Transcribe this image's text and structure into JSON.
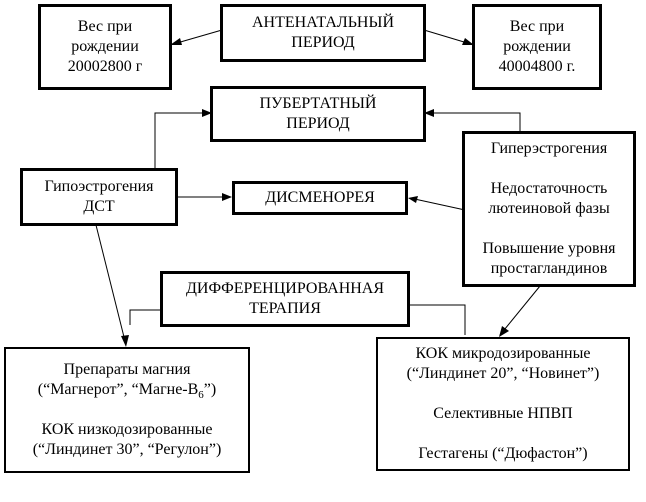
{
  "nodes": {
    "weight_low": {
      "lines": [
        "Вес при",
        "рождении",
        "20002800 г"
      ]
    },
    "antenatal": {
      "lines": [
        "АНТЕНАТАЛЬНЫЙ",
        "ПЕРИОД"
      ]
    },
    "weight_high": {
      "lines": [
        "Вес при",
        "рождении",
        "40004800 г."
      ]
    },
    "pubertal": {
      "lines": [
        "ПУБЕРТАТНЫЙ",
        "ПЕРИОД"
      ]
    },
    "hypo": {
      "lines": [
        "Гипоэстрогения",
        "ДСТ"
      ]
    },
    "dysmenorrhea": {
      "label": "ДИСМЕНОРЕЯ"
    },
    "hyper": {
      "item1": "Гиперэстрогения",
      "item2_lines": [
        "Недостаточность",
        "лютеиновой фазы"
      ],
      "item3_lines": [
        "Повышение уровня",
        "простагландинов"
      ]
    },
    "therapy": {
      "lines": [
        "ДИФФЕРЕНЦИРОВАННАЯ",
        "ТЕРАПИЯ"
      ]
    },
    "left_treatment": {
      "line1": "Препараты магния",
      "line2_prefix": "(“Магнерот”, “Магне-В",
      "line2_sub": "6",
      "line2_suffix": "”)",
      "line3": "КОК низкодозированные",
      "line4": "(“Линдинет 30”, “Регулон”)"
    },
    "right_treatment": {
      "line1": "КОК микродозированные",
      "line2": "(“Линдинет 20”, “Новинет”)",
      "line3": "Селективные НПВП",
      "line4": "Гестагены (“Дюфастон”)"
    }
  }
}
